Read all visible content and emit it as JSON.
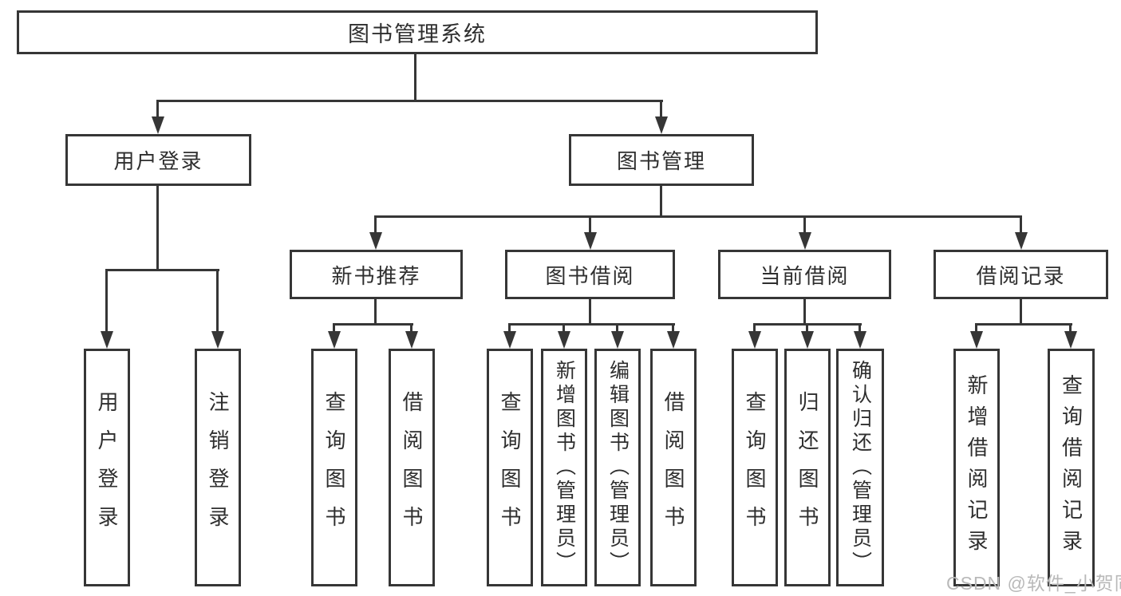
{
  "colors": {
    "line": "#363636",
    "border": "#363636",
    "text": "#2e2e2e",
    "watermark": "#b9b9b9",
    "background": "#ffffff"
  },
  "nodes": {
    "root": "图书管理系统",
    "level2": [
      "用户登录",
      "图书管理"
    ],
    "level3": [
      "新书推荐",
      "图书借阅",
      "当前借阅",
      "借阅记录"
    ],
    "leaves_user_login": [
      "用户登录",
      "注销登录"
    ],
    "leaves_new_book": [
      "查询图书",
      "借阅图书"
    ],
    "leaves_book_borrow": [
      "查询图书",
      "新增图书（管理员）",
      "编辑图书（管理员）",
      "借阅图书"
    ],
    "leaves_current_borrow": [
      "查询图书",
      "归还图书",
      "确认归还（管理员）"
    ],
    "leaves_borrow_record": [
      "新增借阅记录",
      "查询借阅记录"
    ]
  },
  "watermark": "CSDN @软件_小贺同学"
}
